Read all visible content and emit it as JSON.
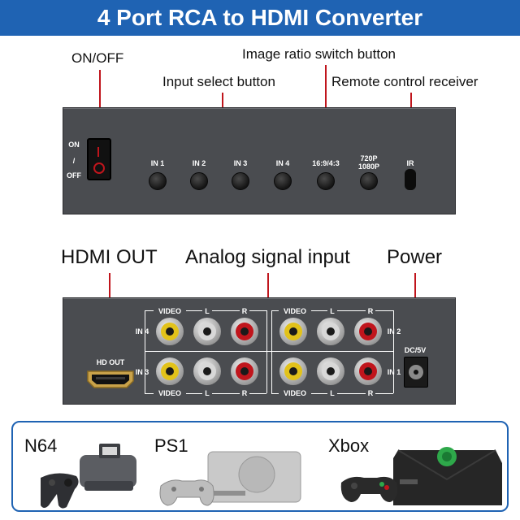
{
  "title": "4 Port RCA to HDMI Converter",
  "callouts": {
    "on_off": "ON/OFF",
    "image_ratio": "Image ratio switch button",
    "input_select": "Input select button",
    "remote_receiver": "Remote control receiver",
    "hdmi_out": "HDMI OUT",
    "analog_input": "Analog signal input",
    "power": "Power"
  },
  "front_panel": {
    "switch_on": "ON",
    "switch_sep": "/",
    "switch_off": "OFF",
    "buttons": [
      "IN 1",
      "IN 2",
      "IN 3",
      "IN 4",
      "16:9/4:3"
    ],
    "res_button": [
      "720P",
      "1080P"
    ],
    "ir": "IR"
  },
  "back_panel": {
    "hd_out": "HD OUT",
    "dc": "DC/5V",
    "video": "VIDEO",
    "left": "L",
    "right": "R",
    "inputs": [
      "IN 4",
      "IN 2",
      "IN 3",
      "IN 1"
    ]
  },
  "consoles": [
    "N64",
    "PS1",
    "Xbox"
  ],
  "colors": {
    "banner": "#1f63b3",
    "device": "#4a4c50",
    "callout_line": "#c0151c",
    "rca_yellow": "#e2c21a",
    "rca_white": "#d8d8d8",
    "rca_red": "#c0151c"
  }
}
